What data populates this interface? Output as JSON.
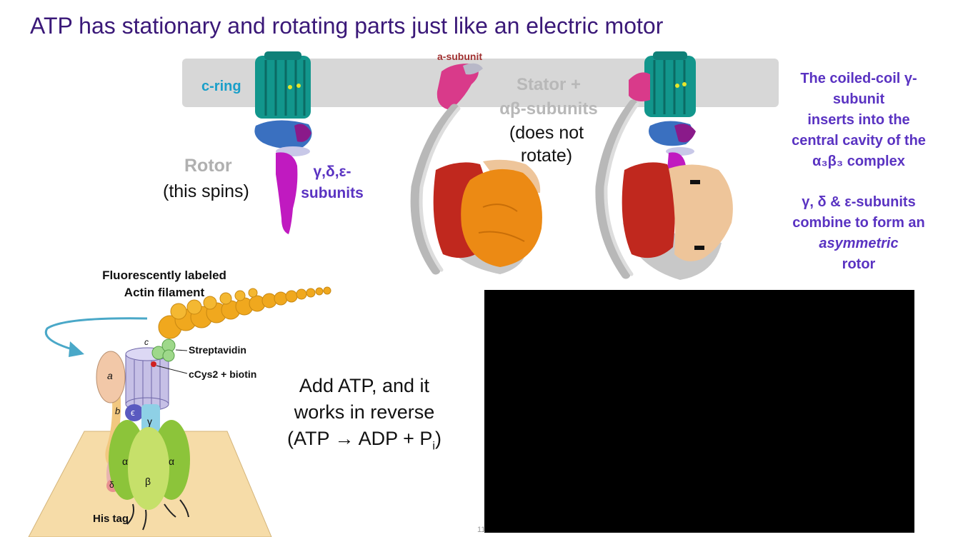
{
  "slide": {
    "title": "ATP has stationary and rotating parts just like an electric motor",
    "page_number": "11"
  },
  "structure_labels": {
    "c_ring": "c-ring",
    "a_subunit": "a-subunit",
    "stator_line1": "Stator +",
    "stator_line2": "αβ-subunits",
    "stator_note_line1": "(does not",
    "stator_note_line2": "rotate)",
    "rotor": "Rotor",
    "rotor_note": "(this spins)",
    "gde_line1": "γ,δ,ε-",
    "gde_line2": "subunits"
  },
  "side_note": {
    "line1": "The coiled-coil γ-",
    "line2": "subunit",
    "line3": "inserts into the",
    "line4": "central cavity of the",
    "line5": "α₃β₃ complex",
    "line6": "γ, δ & ε-subunits",
    "line7": "combine to form an",
    "line8": "asymmetric",
    "line9": "rotor"
  },
  "experiment": {
    "title_line1": "Fluorescently labeled",
    "title_line2": "Actin filament",
    "streptavidin": "Streptavidin",
    "ccys": "cCys2 + biotin",
    "his_tag": "His tag",
    "sub_a": "a",
    "sub_b": "b",
    "sub_c": "c",
    "sub_epsilon": "ϵ",
    "sub_gamma": "γ",
    "sub_alpha": "α",
    "sub_beta": "β",
    "sub_delta": "δ"
  },
  "atp_note": {
    "line1": "Add ATP, and it",
    "line2": "works in reverse",
    "line3_prefix": "(ATP → ADP + P",
    "line3_sub": "i",
    "line3_suffix": ")"
  },
  "colors": {
    "title": "#3a1878",
    "annotation_purple": "#5a33c2",
    "c_ring_teal": "#12968c",
    "c_ring_label": "#1a9fc9",
    "a_subunit_pink": "#d93a8a",
    "a_subunit_label": "#a03030",
    "rotor_blue": "#3a70c0",
    "rotor_magenta": "#c01ac0",
    "stator_red": "#c0281e",
    "stator_orange": "#ec8a14",
    "stator_tan": "#eec59a",
    "stator_gray": "#c8c8c8",
    "rotor_label_gray": "#b0b0b0"
  },
  "media": {
    "video_state": "black"
  }
}
